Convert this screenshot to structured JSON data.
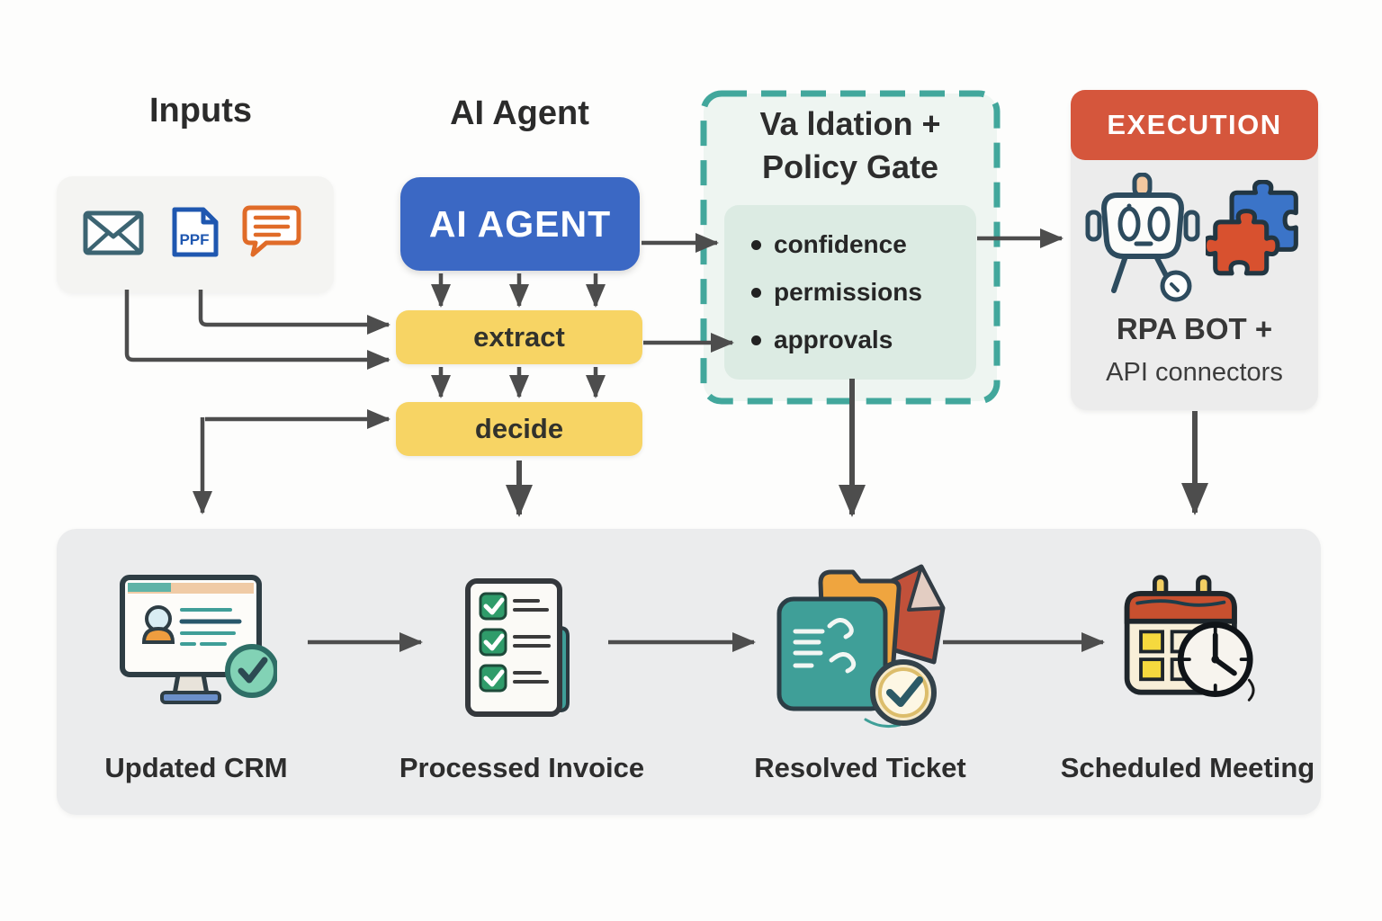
{
  "palette": {
    "agent_blue": "#3b68c4",
    "step_yellow": "#f7d464",
    "gate_teal": "#42a79c",
    "execution_red": "#d5563c",
    "arrow_gray": "#4d4d4d"
  },
  "headings": {
    "inputs": "Inputs",
    "agent": "AI Agent"
  },
  "inputs": {
    "icons": [
      {
        "name": "email-icon"
      },
      {
        "name": "pdf-file-icon",
        "label": "PPF"
      },
      {
        "name": "chat-bubble-icon"
      }
    ]
  },
  "agent": {
    "box_label": "AI AGENT",
    "steps": [
      "extract",
      "decide"
    ]
  },
  "gate": {
    "title_line1": "Va ldation +",
    "title_line2": "Policy Gate",
    "bullets": [
      "confidence",
      "permissions",
      "approvals"
    ]
  },
  "execution": {
    "header": "EXECUTION",
    "caption_line1": "RPA BOT +",
    "caption_line2": "API connectors"
  },
  "outputs": {
    "items": [
      {
        "label": "Updated CRM"
      },
      {
        "label": "Processed Invoice"
      },
      {
        "label": "Resolved Ticket"
      },
      {
        "label": "Scheduled Meeting"
      }
    ]
  }
}
